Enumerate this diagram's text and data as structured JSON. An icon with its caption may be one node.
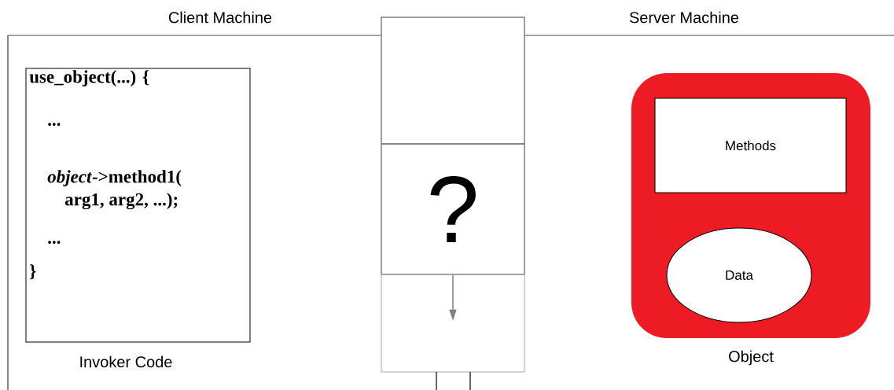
{
  "diagram": {
    "nodes": [
      {
        "text": [
          "Client Machine"
        ]
      },
      {
        "text": [
          "Server Machine"
        ]
      },
      {
        "text": [
          "use_object(...) {",
          "...",
          "*object*->method1( arg1, arg2, ...);",
          "...",
          "}"
        ],
        "beside": [
          "Invoker Code"
        ]
      },
      {
        "text": [],
        "shape": "box",
        "beside": [
          "Object"
        ]
      },
      {
        "text": [
          "Methods"
        ],
        "in": 3
      },
      {
        "text": [
          "Data"
        ],
        "in": 3
      },
      {
        "text": [],
        "shape": "box"
      },
      {
        "text": [
          "?"
        ]
      },
      {
        "text": [],
        "shape": "box"
      }
    ],
    "edges": [
      {
        "from": 7,
        "to": 8,
        "arrow": "to",
        "color": "#808080"
      }
    ]
  }
}
